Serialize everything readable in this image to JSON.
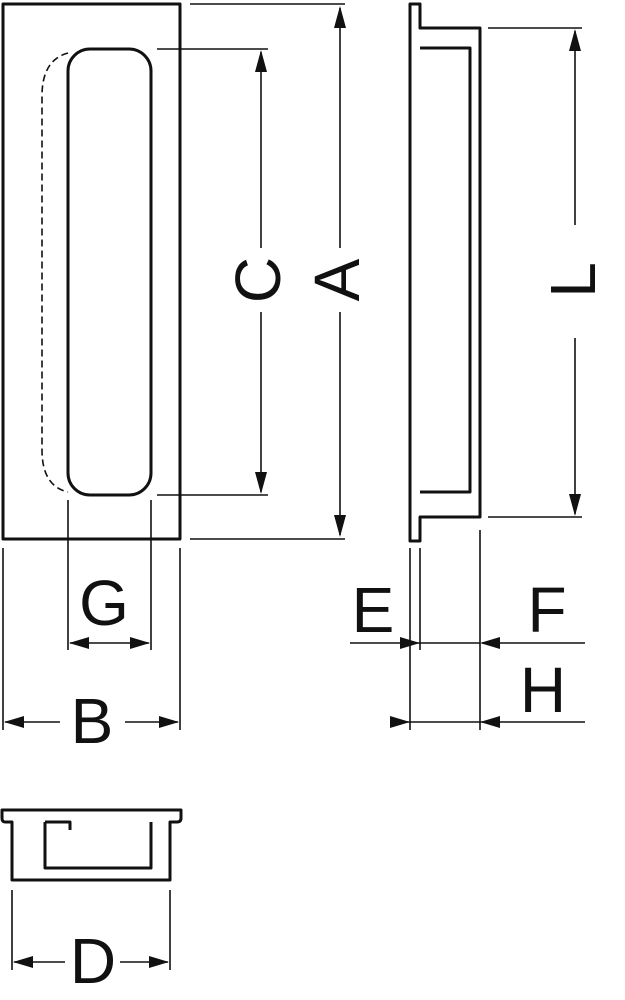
{
  "labels": {
    "A": "A",
    "B": "B",
    "C": "C",
    "D": "D",
    "E": "E",
    "F": "F",
    "G": "G",
    "H": "H",
    "L": "L"
  },
  "colors": {
    "line": "#111111",
    "background": "#ffffff"
  }
}
